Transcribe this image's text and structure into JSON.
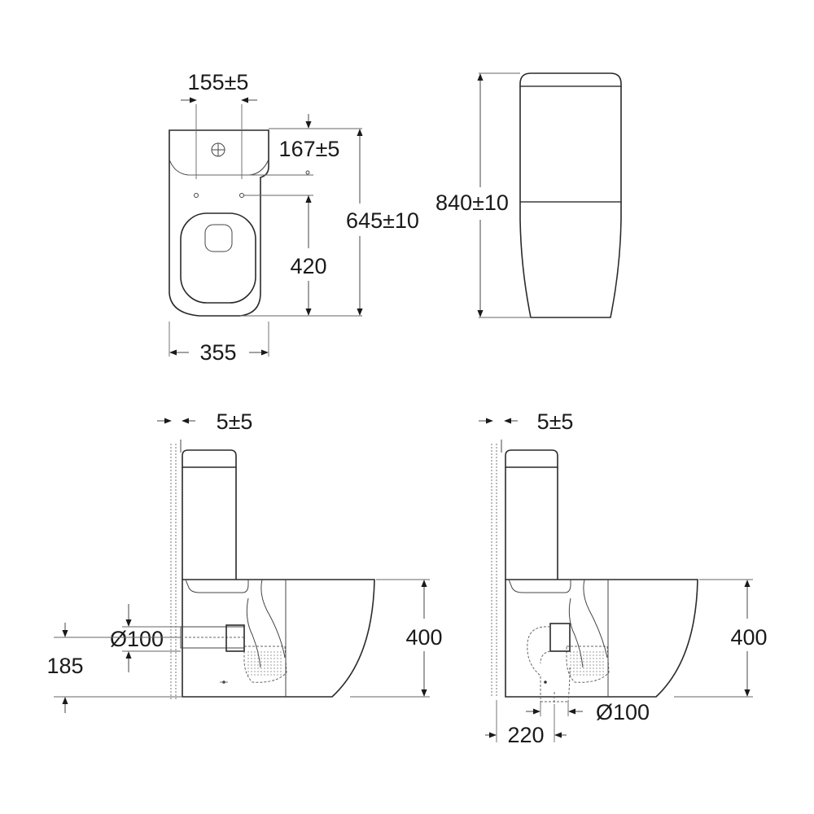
{
  "drawing": {
    "top_view": {
      "dims": {
        "mount_spacing": "155±5",
        "inlet_offset": "167±5",
        "bowl_length": "420",
        "overall_depth": "645±10",
        "width": "355"
      }
    },
    "front_view": {
      "dims": {
        "height": "840±10"
      }
    },
    "side_view_left": {
      "dims": {
        "wall_gap": "5±5",
        "outlet_dia": "Ø100",
        "outlet_height": "185",
        "seat_height": "400"
      }
    },
    "side_view_right": {
      "dims": {
        "wall_gap": "5±5",
        "outlet_dia": "Ø100",
        "outlet_offset": "220",
        "seat_height": "400"
      }
    }
  }
}
